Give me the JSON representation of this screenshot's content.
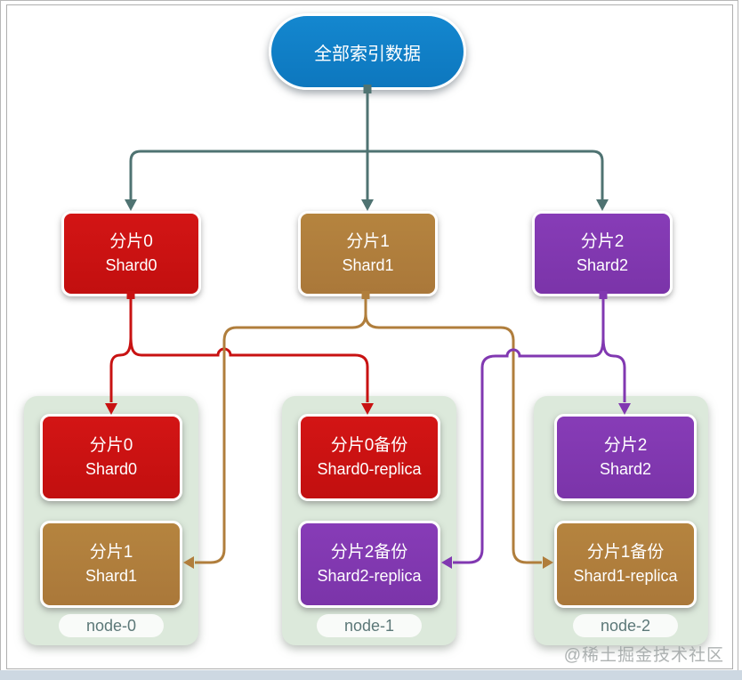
{
  "root": {
    "label": "全部索引数据"
  },
  "shards": [
    {
      "zh": "分片0",
      "en": "Shard0"
    },
    {
      "zh": "分片1",
      "en": "Shard1"
    },
    {
      "zh": "分片2",
      "en": "Shard2"
    }
  ],
  "nodes": [
    {
      "label": "node-0",
      "boxes": [
        {
          "zh": "分片0",
          "en": "Shard0"
        },
        {
          "zh": "分片1",
          "en": "Shard1"
        }
      ]
    },
    {
      "label": "node-1",
      "boxes": [
        {
          "zh": "分片0备份",
          "en": "Shard0-replica"
        },
        {
          "zh": "分片2备份",
          "en": "Shard2-replica"
        }
      ]
    },
    {
      "label": "node-2",
      "boxes": [
        {
          "zh": "分片2",
          "en": "Shard2"
        },
        {
          "zh": "分片1备份",
          "en": "Shard1-replica"
        }
      ]
    }
  ],
  "watermark": "@稀土掘金技术社区",
  "colors": {
    "blue": "#107fc6",
    "red": "#c81212",
    "brown": "#b07e3c",
    "purple": "#8138b1",
    "slate": "#4f7372",
    "node_bg": "#dce9db",
    "node_label_text": "#5c7878",
    "bottom_strip": "#cdd8e2",
    "frame_border": "#aeaeae"
  }
}
